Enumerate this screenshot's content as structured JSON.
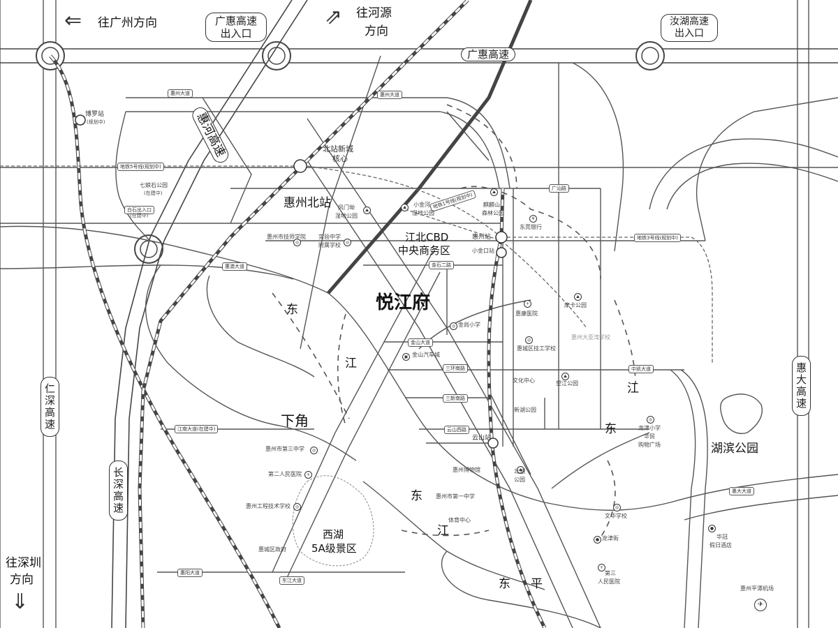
{
  "direction_labels": {
    "guangzhou": "往广州方向",
    "heyuan_line1": "往河源",
    "heyuan_line2": "方向",
    "shenzhen_line1": "往深圳",
    "shenzhen_line2": "方向"
  },
  "expressways": {
    "guanghui_exit_line1": "广惠高速",
    "guanghui_exit_line2": "出入口",
    "ruhu_exit_line1": "汝湖高速",
    "ruhu_exit_line2": "出入口",
    "guanghui": "广惠高速",
    "huihe": "惠河高速",
    "renshen": "仁深高速",
    "changshen": "长深高速",
    "huida": "惠大高速"
  },
  "areas": {
    "project": "悦江府",
    "jiangbei_line1": "江北CBD",
    "jiangbei_line2": "中央商务区",
    "huizhou_north": "惠州北站",
    "xiajiao": "下角",
    "west_lake_line1": "西湖",
    "west_lake_line2": "5A级景区",
    "dongping_1": "东",
    "dongping_2": "平",
    "lake_park": "湖滨公园",
    "north_station_core_line1": "北站新城",
    "north_station_core_line2": "核心"
  },
  "river_labels": {
    "west_1": "东",
    "west_2": "江",
    "mid_1": "东",
    "mid_2": "江",
    "east_1": "江",
    "east_2": "东"
  },
  "stations": {
    "boluo": "博罗站",
    "boluo_note": "(规划中)",
    "huizhou": "惠州站",
    "yunshan": "云山站"
  },
  "roads": {
    "huizhou_avenue_w": "惠州大道",
    "huizhou_avenue_e": "惠州大道",
    "metro5": "地铁5号线(规划中)",
    "metro3": "地铁3号线(规划中)",
    "metro1": "地铁1号线(规划中)",
    "guangfeng": "广汕路",
    "huiao": "惠澳大道",
    "jinshi2": "金石二路",
    "jinshan_river": "金山大道",
    "zhongkai": "中凯大道",
    "jiangnan": "江南大道(在建中)",
    "sanxin_s": "三环南路",
    "sanxin": "三新南路",
    "yunshan_w": "云山西路",
    "huida_line": "惠大大道",
    "huiyang": "惠阳大道",
    "dongjiang_avenue": "东江大道"
  },
  "pois": {
    "qiniang_park": "七娘石公园",
    "qiniang_note": "(在建中)",
    "baishi_exit": "白石出入口",
    "baishi_note": "(在建中)",
    "fengmen_park_line1": "风门坳",
    "fengmen_park_line2": "湿地公园",
    "xiaojinhe_park_line1": "小金河",
    "xiaojinhe_park_line2": "湿地公园",
    "qilinshan_line1": "麒麟山",
    "qilinshan_line2": "森林公园",
    "dongguan_bank": "东莞银行",
    "huizhou_normal": "惠州市技师学院",
    "shiyan_school_line1": "实验中学",
    "shiyan_school_line2": "附属学校",
    "xiaojinkou": "小金口站",
    "jinshan_primary": "金尚小学",
    "jinshan_auto": "金山汽车城",
    "huikang_hospital": "惠康医院",
    "mozi_park": "摩卡公园",
    "huizhou_tech": "惠城区技工学校",
    "huizhou_shangdong": "惠州大亚湾学校",
    "wanjiang_park": "望江公园",
    "xinhu_park": "新湖公园",
    "wenhua_center": "文化中心",
    "huizhou_no3_high": "惠州市第三中学",
    "second_hospital": "第二人民医院",
    "eng_school": "惠州工程技术学校",
    "gov": "惠城区政府",
    "north_lake_park": "北湖公园",
    "beihu_park_line1": "北湖",
    "beihu_park_line2": "公园",
    "huizhou_no1_high": "惠州市第一中学",
    "huizhou_museum": "惠州博物馆",
    "olympic_center": "体育中心",
    "longjin_primary": "龙津小学",
    "huamao_line1": "华贸",
    "huamao_line2": "购物广场",
    "wenhua_school": "文华学校",
    "longjin_street": "龙津街",
    "third_hospital_line1": "第三",
    "third_hospital_line2": "人民医院",
    "huayuan_hotel_line1": "华冠",
    "huayuan_hotel_line2": "假日酒店",
    "pingtan_airport": "惠州平潭机场"
  }
}
